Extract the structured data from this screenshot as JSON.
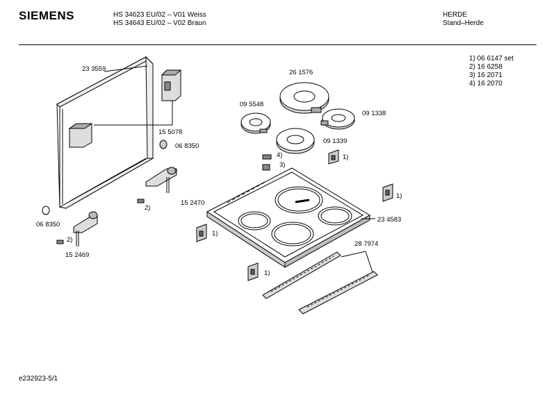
{
  "header": {
    "brand": "SIEMENS",
    "model_line_1": "HS 34623 EU/02 – V01 Weiss",
    "model_line_2": "HS 34643 EU/02 – V02 Braun",
    "category": "HERDE",
    "subcategory": "Stand–Herde"
  },
  "references": [
    "1) 06 6147 set",
    "2) 16 6258",
    "3) 16 2071",
    "4) 16 2070"
  ],
  "parts": {
    "p233559": "23 3559",
    "p155078": "15 5078",
    "p068350a": "06 8350",
    "p068350b": "06 8350",
    "p152470": "15 2470",
    "p152469": "15 2469",
    "p261576": "26 1576",
    "p095548": "09 5548",
    "p091338": "09 1338",
    "p091339": "09 1339",
    "p234583": "23 4583",
    "p287974": "28 7974"
  },
  "callouts": {
    "c1_a": "1)",
    "c1_b": "1)",
    "c1_c": "1)",
    "c1_d": "1)",
    "c2_a": "2)",
    "c2_b": "2)",
    "c3": "3)",
    "c4": "4)"
  },
  "footer": {
    "doc_id": "e232923-5/1"
  }
}
